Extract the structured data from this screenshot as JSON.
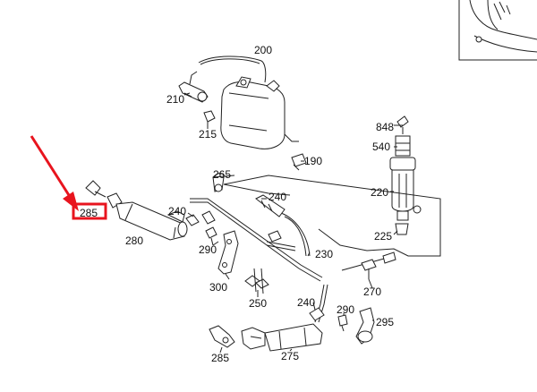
{
  "diagram": {
    "callouts": {
      "c200": "200",
      "c210": "210",
      "c215": "215",
      "c190": "190",
      "c848": "848",
      "c540": "540",
      "c220": "220",
      "c225": "225",
      "c265": "265",
      "c240a": "240",
      "c240b": "240",
      "c240c": "240",
      "c285a": "285",
      "c285b": "285",
      "c280": "280",
      "c290a": "290",
      "c290b": "290",
      "c300": "300",
      "c230": "230",
      "c250": "250",
      "c270": "270",
      "c295": "295",
      "c275": "275"
    },
    "highlight": {
      "color": "#e8141e",
      "target": "285"
    }
  }
}
